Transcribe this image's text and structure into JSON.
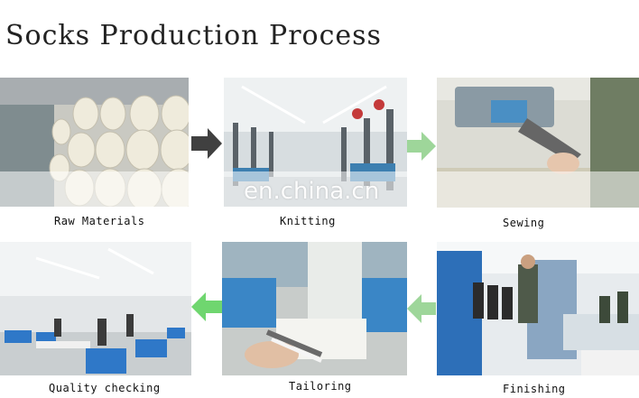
{
  "title": "Socks Production Process",
  "steps": [
    {
      "label": "Raw Materials"
    },
    {
      "label": "Knitting"
    },
    {
      "label": "Sewing"
    },
    {
      "label": "Finishing"
    },
    {
      "label": "Tailoring"
    },
    {
      "label": "Quality checking"
    }
  ],
  "watermark": "en.china.cn",
  "colors": {
    "arrow_dark": "#404040",
    "arrow_light_green": "#9ed69a",
    "arrow_green": "#6fd66f"
  },
  "icons": [
    "arrow-right-icon",
    "arrow-left-icon"
  ]
}
